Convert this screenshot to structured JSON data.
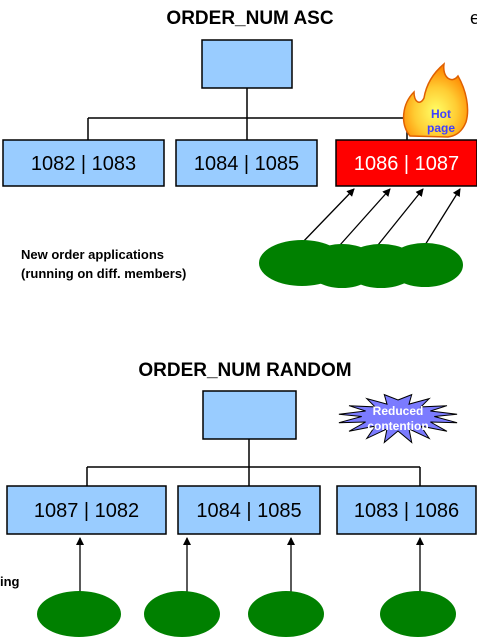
{
  "top": {
    "title": "ORDER_NUM ASC",
    "pages": [
      {
        "label": "1082 | 1083",
        "hot": false
      },
      {
        "label": "1084 | 1085",
        "hot": false
      },
      {
        "label": "1086 | 1087",
        "hot": true
      }
    ],
    "hot_badge": {
      "line1": "Hot",
      "line2": "page"
    },
    "note_line1": "New order applications",
    "note_line2": "(running on diff. members)",
    "edge_text": "e"
  },
  "bottom": {
    "title": "ORDER_NUM RANDOM",
    "pages": [
      {
        "label": "1087 | 1082"
      },
      {
        "label": "1084 | 1085"
      },
      {
        "label": "1083 | 1086"
      }
    ],
    "starburst": {
      "line1": "Reduced",
      "line2": "contention"
    },
    "edge_text": "ing"
  },
  "colors": {
    "page_fill": "#99ccff",
    "hot_fill": "#ff0000",
    "app_fill": "#008000",
    "star_fill": "#7b7bff",
    "badge_text": "#4040ff"
  }
}
